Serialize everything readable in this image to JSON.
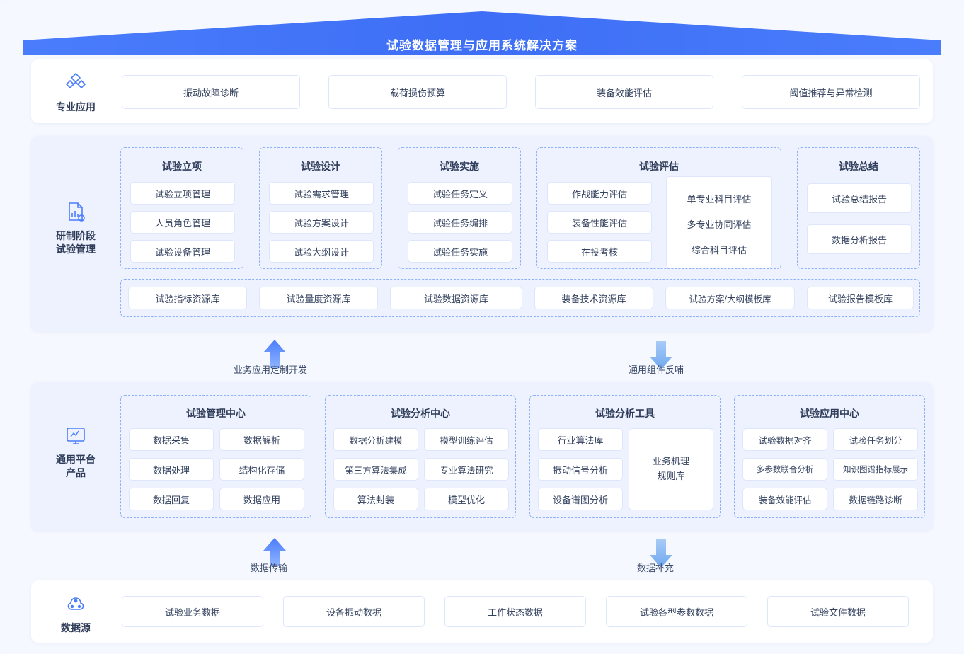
{
  "banner": {
    "title": "试验数据管理与应用系统解决方案"
  },
  "rows": {
    "apps": {
      "label": "专业应用",
      "icon": "app-cube-icon",
      "items": [
        "振动故障诊断",
        "载荷损伤预算",
        "装备效能评估",
        "阈值推荐与异常检测"
      ]
    },
    "stage": {
      "label_line1": "研制阶段",
      "label_line2": "试验管理",
      "icon": "document-chart-icon",
      "groups": [
        {
          "title": "试验立项",
          "items": [
            "试验立项管理",
            "人员角色管理",
            "试验设备管理"
          ]
        },
        {
          "title": "试验设计",
          "items": [
            "试验需求管理",
            "试验方案设计",
            "试验大纲设计"
          ]
        },
        {
          "title": "试验实施",
          "items": [
            "试验任务定义",
            "试验任务编排",
            "试验任务实施"
          ]
        },
        {
          "title": "试验评估",
          "col_left": [
            "作战能力评估",
            "装备性能评估",
            "在投考核"
          ],
          "col_right": [
            "单专业科目评估",
            "多专业协同评估",
            "综合科目评估"
          ]
        },
        {
          "title": "试验总结",
          "items": [
            "试验总结报告",
            "数据分析报告"
          ]
        }
      ],
      "resources": [
        "试验指标资源库",
        "试验量度资源库",
        "试验数据资源库",
        "装备技术资源库",
        "试验方案/大纲模板库",
        "试验报告模板库"
      ]
    },
    "platform": {
      "label_line1": "通用平台",
      "label_line2": "产品",
      "icon": "monitor-icon",
      "groups": [
        {
          "title": "试验管理中心",
          "items": [
            "数据采集",
            "数据解析",
            "数据处理",
            "结构化存储",
            "数据回复",
            "数据应用"
          ]
        },
        {
          "title": "试验分析中心",
          "items": [
            "数据分析建模",
            "模型训练评估",
            "第三方算法集成",
            "专业算法研究",
            "算法封装",
            "模型优化"
          ]
        },
        {
          "title": "试验分析工具",
          "items_left": [
            "行业算法库",
            "振动信号分析",
            "设备谱图分析"
          ],
          "items_right": [
            "业务机理\n规则库"
          ]
        },
        {
          "title": "试验应用中心",
          "items": [
            "试验数据对齐",
            "试验任务划分",
            "多参数联合分析",
            "知识图谱指标展示",
            "装备效能评估",
            "数据链路诊断"
          ]
        }
      ]
    },
    "datasource": {
      "label": "数据源",
      "icon": "database-cloud-icon",
      "items": [
        "试验业务数据",
        "设备振动数据",
        "工作状态数据",
        "试验各型参数数据",
        "试验文件数据"
      ]
    }
  },
  "connectors": [
    {
      "name": "业务应用定制开发",
      "direction": "up"
    },
    {
      "name": "通用组件反哺",
      "direction": "down"
    },
    {
      "name": "数据传输",
      "direction": "up"
    },
    {
      "name": "数据补充",
      "direction": "down"
    }
  ],
  "colors": {
    "accent": "#4a7dfc",
    "arrow_up": "#5a8bff",
    "arrow_down": "#7fb2f5",
    "panel_light": "#eef2fe",
    "dashed_border": "#8eb0f7"
  }
}
